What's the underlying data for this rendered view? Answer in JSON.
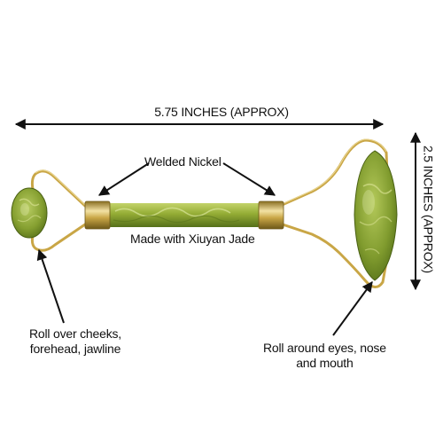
{
  "dimensions": {
    "width_label": "5.75 INCHES (APPROX)",
    "height_label": "2.5 INCHES (APPROX)"
  },
  "callouts": {
    "handle_caps": "Welded Nickel",
    "handle_material": "Made with Xiuyan Jade",
    "small_roller_line1": "Roll over cheeks,",
    "small_roller_line2": "forehead, jawline",
    "large_roller_line1": "Roll around eyes, nose",
    "large_roller_line2": "and mouth"
  },
  "colors": {
    "jade_base": "#8fa838",
    "jade_dark": "#5f7a1c",
    "jade_light": "#c8d67a",
    "metal_gold": "#c9a646",
    "metal_light": "#f3e2a4",
    "metal_dark": "#7a6420",
    "ink": "#111111"
  }
}
